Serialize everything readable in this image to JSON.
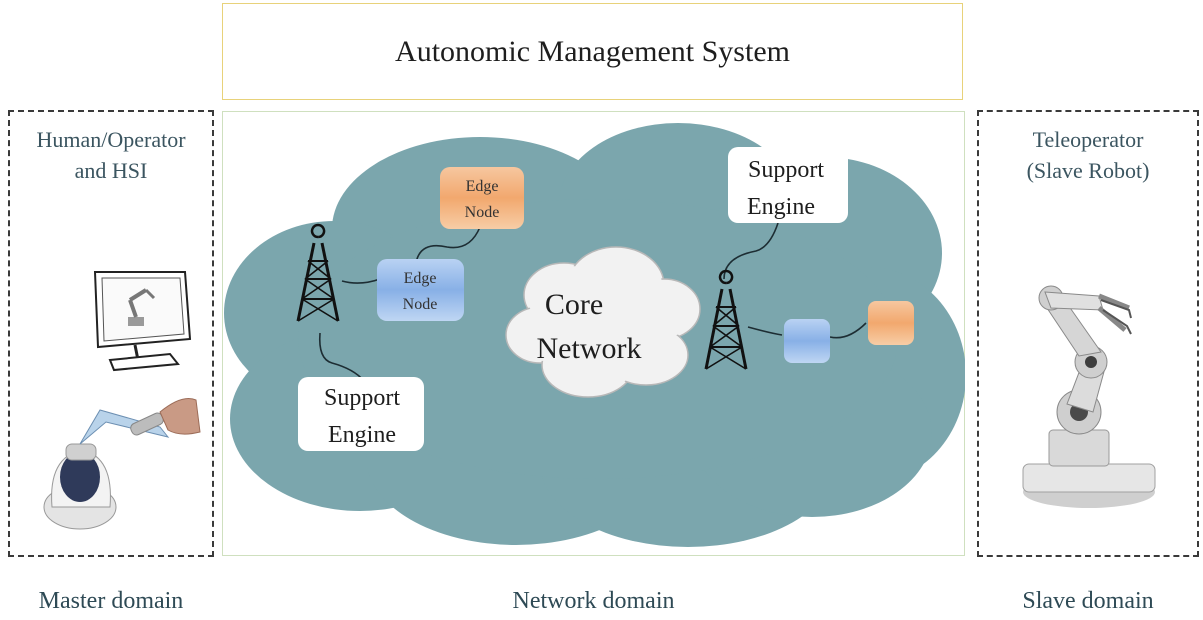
{
  "header": {
    "title": "Autonomic Management System"
  },
  "master": {
    "title_line1": "Human/Operator",
    "title_line2": "and HSI",
    "domain_label": "Master domain"
  },
  "network": {
    "domain_label": "Network domain",
    "core_line1": "Core",
    "core_line2": "Network",
    "edge_node_line1": "Edge",
    "edge_node_line2": "Node",
    "support_line1": "Support",
    "support_line2": "Engine"
  },
  "slave": {
    "title_line1": "Teleoperator",
    "title_line2": "(Slave Robot)",
    "domain_label": "Slave domain"
  },
  "colors": {
    "cloud": "#7ba6ad",
    "core_cloud": "#f2f2f2",
    "edge_orange": "#f4b27f",
    "edge_blue": "#8fb5e6",
    "header_border": "#e8d27a",
    "network_border": "#cfe0bf"
  }
}
